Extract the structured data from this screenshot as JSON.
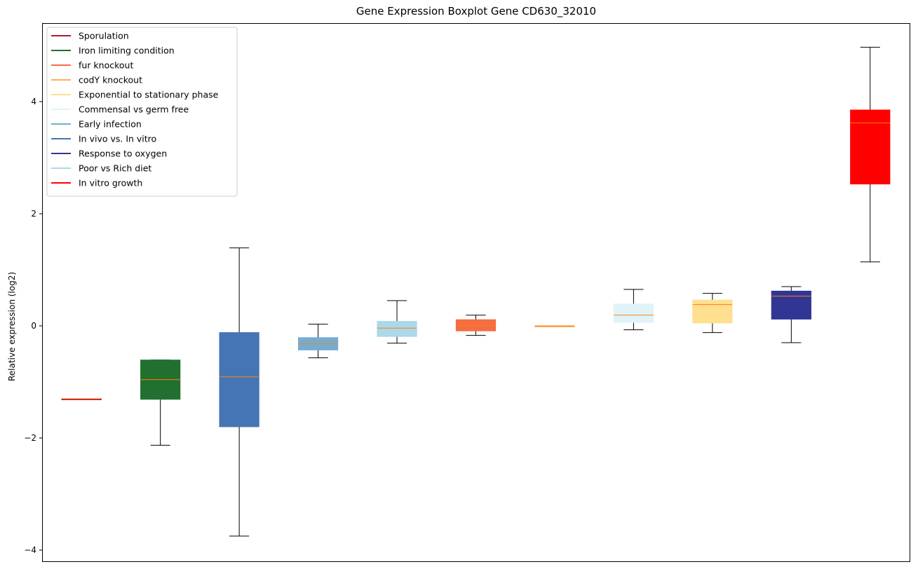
{
  "chart_data": {
    "type": "boxplot",
    "title": "Gene Expression Boxplot Gene CD630_32010",
    "ylabel": "Relative expression (log2)",
    "xlabel": "",
    "ylim": [
      -4.2,
      5.4
    ],
    "yticks": [
      -4,
      -2,
      0,
      2,
      4
    ],
    "ytick_labels": [
      "−4",
      "−2",
      "0",
      "2",
      "4"
    ],
    "x_ticks_shown": false,
    "grid": false,
    "legend_position": "top-left",
    "median_color": "#ff7f0e",
    "whisker_color": "#000000",
    "legend": [
      {
        "label": "Sporulation",
        "color": "#b2182b"
      },
      {
        "label": "Iron limiting condition",
        "color": "#217030"
      },
      {
        "label": "fur knockout",
        "color": "#f46d43"
      },
      {
        "label": "codY knockout",
        "color": "#fdae61"
      },
      {
        "label": "Exponential to stationary phase",
        "color": "#fee090"
      },
      {
        "label": "Commensal vs germ free",
        "color": "#e0f3f8"
      },
      {
        "label": "Early infection",
        "color": "#74add1"
      },
      {
        "label": "In vivo vs. In vitro",
        "color": "#4575b4"
      },
      {
        "label": "Response to oxygen",
        "color": "#313695"
      },
      {
        "label": "Poor vs Rich diet",
        "color": "#abd9e9"
      },
      {
        "label": "In vitro growth",
        "color": "#ff0000"
      }
    ],
    "boxes": [
      {
        "color": "#b2182b",
        "whisker_low": -1.3,
        "q1": -1.3,
        "median": -1.3,
        "q3": -1.3,
        "whisker_high": -1.3
      },
      {
        "color": "#217030",
        "whisker_low": -2.13,
        "q1": -1.31,
        "median": -0.96,
        "q3": -0.61,
        "whisker_high": -0.61
      },
      {
        "color": "#4575b4",
        "whisker_low": -3.75,
        "q1": -1.8,
        "median": -0.91,
        "q3": -0.12,
        "whisker_high": 1.39
      },
      {
        "color": "#74add1",
        "whisker_low": -0.57,
        "q1": -0.43,
        "median": -0.32,
        "q3": -0.21,
        "whisker_high": 0.03
      },
      {
        "color": "#abd9e9",
        "whisker_low": -0.31,
        "q1": -0.19,
        "median": -0.04,
        "q3": 0.08,
        "whisker_high": 0.45
      },
      {
        "color": "#f46d43",
        "whisker_low": -0.17,
        "q1": -0.09,
        "median": 0.01,
        "q3": 0.11,
        "whisker_high": 0.19
      },
      {
        "color": "#fdae61",
        "whisker_low": -0.01,
        "q1": -0.01,
        "median": 0.0,
        "q3": 0.0,
        "whisker_high": 0.0
      },
      {
        "color": "#e0f3f8",
        "whisker_low": -0.07,
        "q1": 0.06,
        "median": 0.19,
        "q3": 0.39,
        "whisker_high": 0.65
      },
      {
        "color": "#fee090",
        "whisker_low": -0.12,
        "q1": 0.05,
        "median": 0.38,
        "q3": 0.46,
        "whisker_high": 0.58
      },
      {
        "color": "#313695",
        "whisker_low": -0.3,
        "q1": 0.12,
        "median": 0.53,
        "q3": 0.62,
        "whisker_high": 0.7
      },
      {
        "color": "#ff0000",
        "whisker_low": 1.14,
        "q1": 2.53,
        "median": 3.62,
        "q3": 3.85,
        "whisker_high": 4.97
      }
    ]
  }
}
